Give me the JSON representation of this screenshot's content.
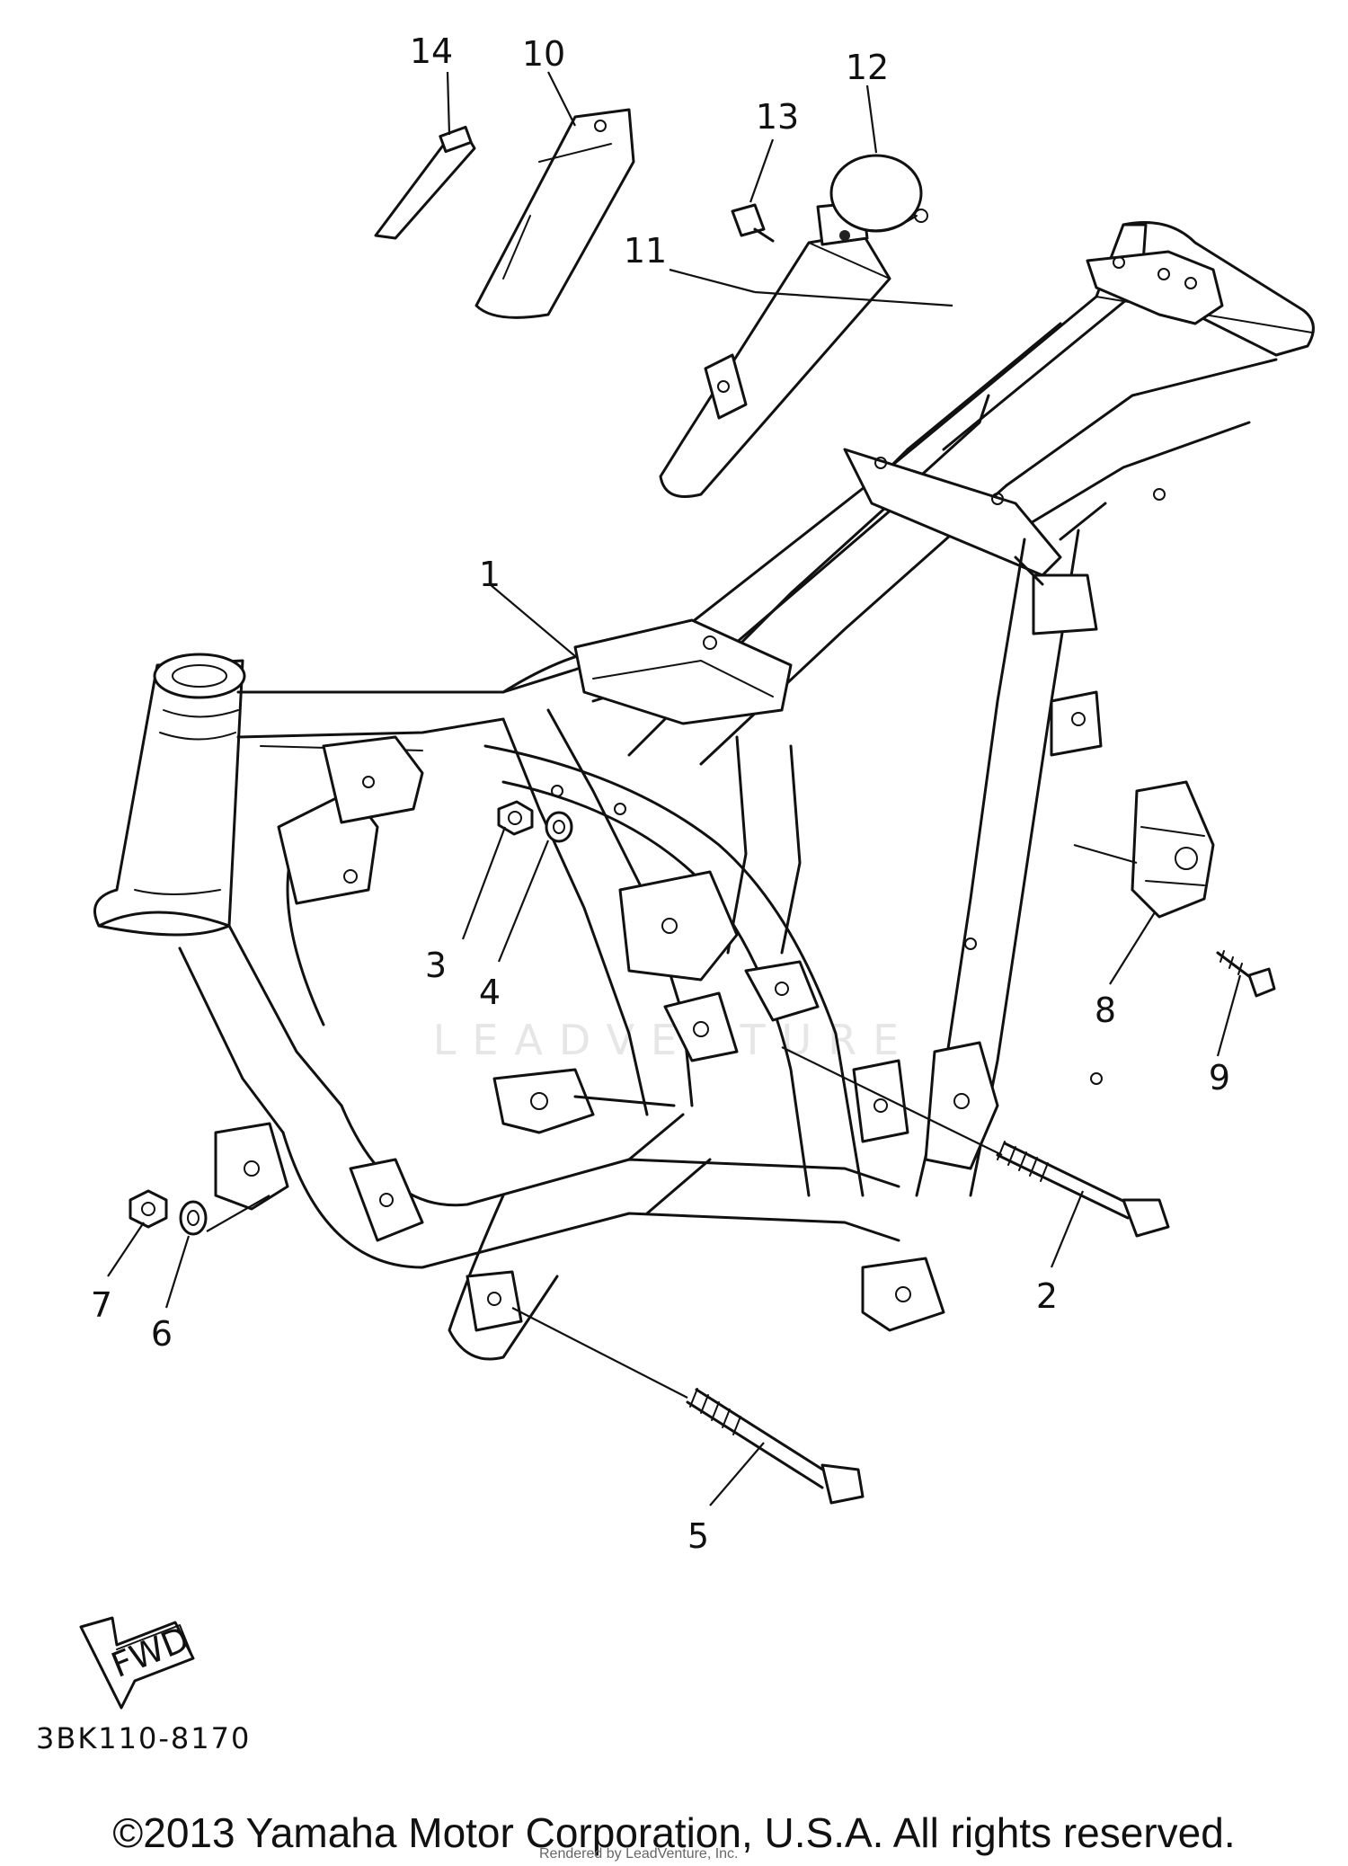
{
  "diagram": {
    "callouts": [
      "1",
      "2",
      "3",
      "4",
      "5",
      "6",
      "7",
      "8",
      "9",
      "10",
      "11",
      "12",
      "13",
      "14"
    ],
    "direction_badge": "FWD",
    "drawing_code": "3BK110-8170",
    "watermark": "LEADVENTURE",
    "copyright": "©2013 Yamaha Motor Corporation, U.S.A. All rights reserved.",
    "rendered_by": "Rendered by LeadVenture, Inc."
  }
}
